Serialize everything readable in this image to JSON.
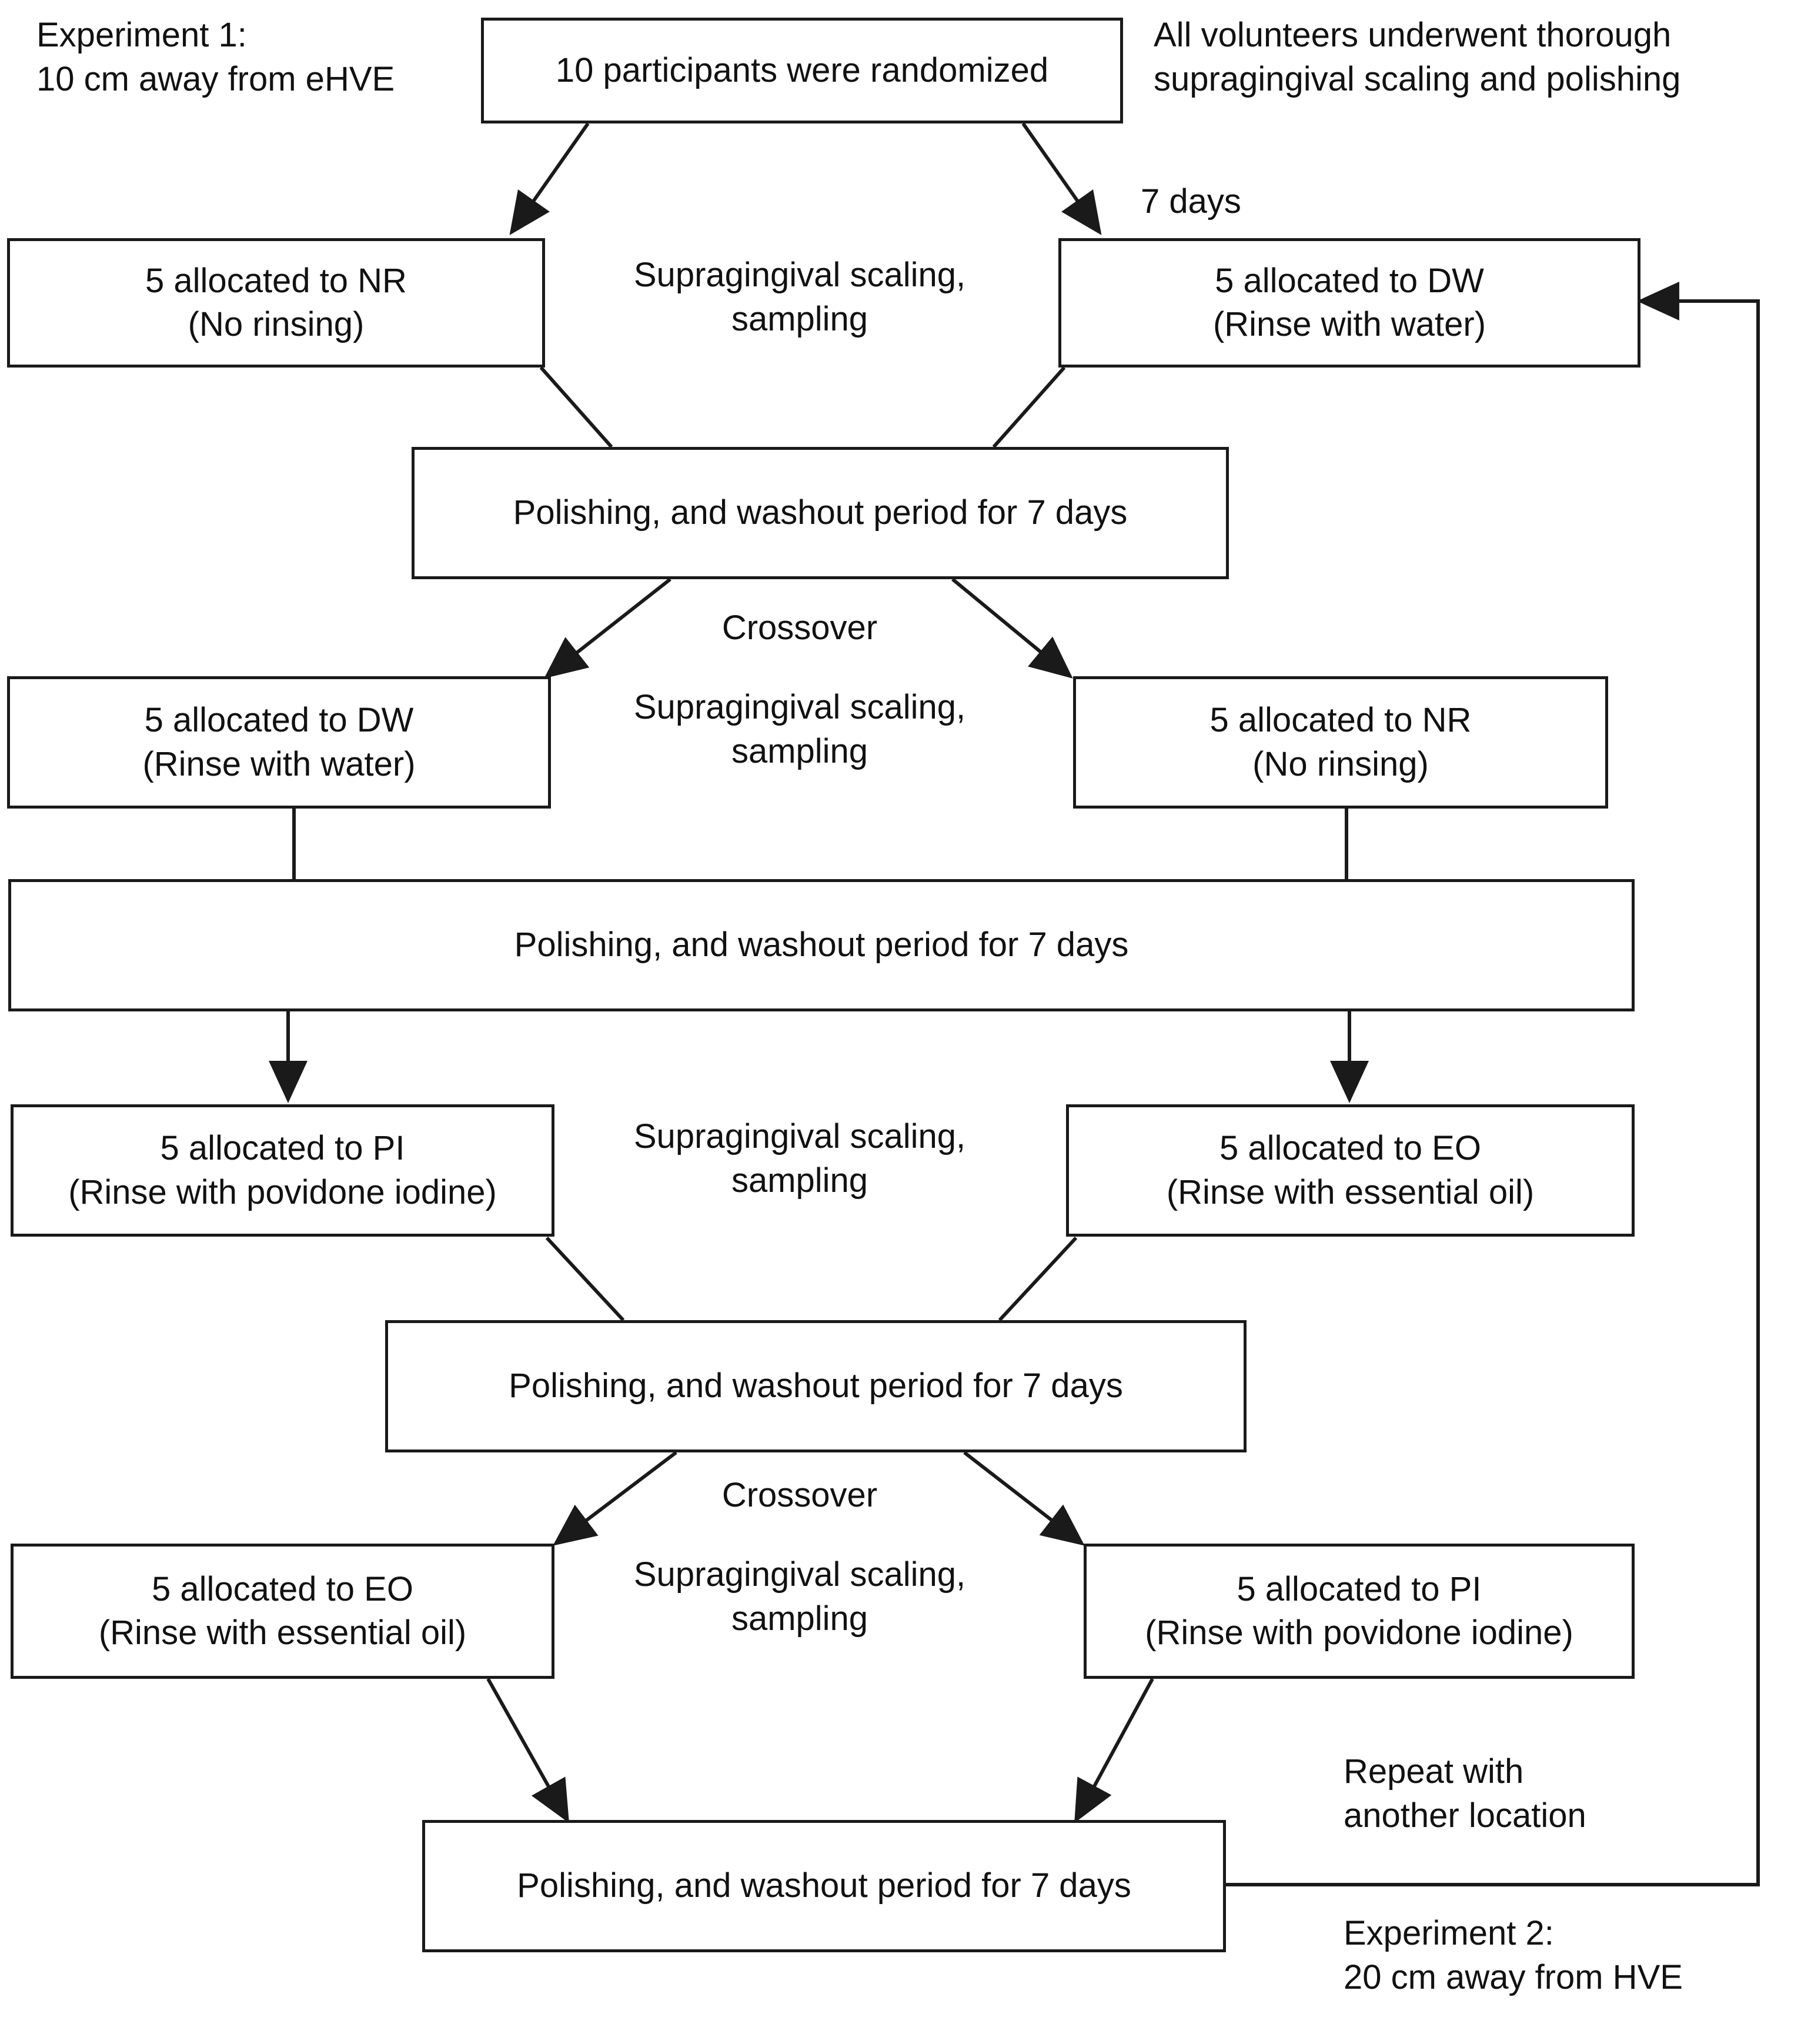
{
  "figure": {
    "type": "crossover-trial-flowchart",
    "stroke_color": "#1a1a1a",
    "text_color": "#111111",
    "background": "#ffffff"
  },
  "annotations": {
    "experiment1": "Experiment 1:\n10 cm away from eHVE",
    "prep_note": "All volunteers underwent thorough\nsupragingival scaling and polishing",
    "seven_days": "7 days",
    "scaling_sampling_1": "Supragingival scaling,\nsampling",
    "crossover_1": "Crossover",
    "scaling_sampling_2": "Supragingival scaling,\nsampling",
    "scaling_sampling_3": "Supragingival scaling,\nsampling",
    "crossover_2": "Crossover",
    "scaling_sampling_4": "Supragingival scaling,\nsampling",
    "repeat_note": "Repeat with\nanother location",
    "experiment2": "Experiment 2:\n20 cm away from HVE"
  },
  "nodes": {
    "randomized": {
      "lines": [
        "10 participants were randomized"
      ]
    },
    "nr_top": {
      "lines": [
        "5 allocated to NR",
        "(No rinsing)"
      ]
    },
    "dw_top": {
      "lines": [
        "5 allocated to DW",
        "(Rinse with water)"
      ]
    },
    "washout_1": {
      "lines": [
        "Polishing, and washout period for 7 days"
      ]
    },
    "dw_mid": {
      "lines": [
        "5 allocated to DW",
        "(Rinse with water)"
      ]
    },
    "nr_mid": {
      "lines": [
        "5 allocated to NR",
        "(No rinsing)"
      ]
    },
    "washout_2": {
      "lines": [
        "Polishing, and washout period for 7 days"
      ]
    },
    "pi_mid": {
      "lines": [
        "5 allocated to PI",
        "(Rinse with povidone iodine)"
      ]
    },
    "eo_mid": {
      "lines": [
        "5 allocated to EO",
        "(Rinse with essential oil)"
      ]
    },
    "washout_3": {
      "lines": [
        "Polishing, and washout period for 7 days"
      ]
    },
    "eo_bot": {
      "lines": [
        "5 allocated to EO",
        "(Rinse with essential oil)"
      ]
    },
    "pi_bot": {
      "lines": [
        "5 allocated to PI",
        "(Rinse with povidone iodine)"
      ]
    },
    "washout_4": {
      "lines": [
        "Polishing, and washout period for 7 days"
      ]
    }
  }
}
